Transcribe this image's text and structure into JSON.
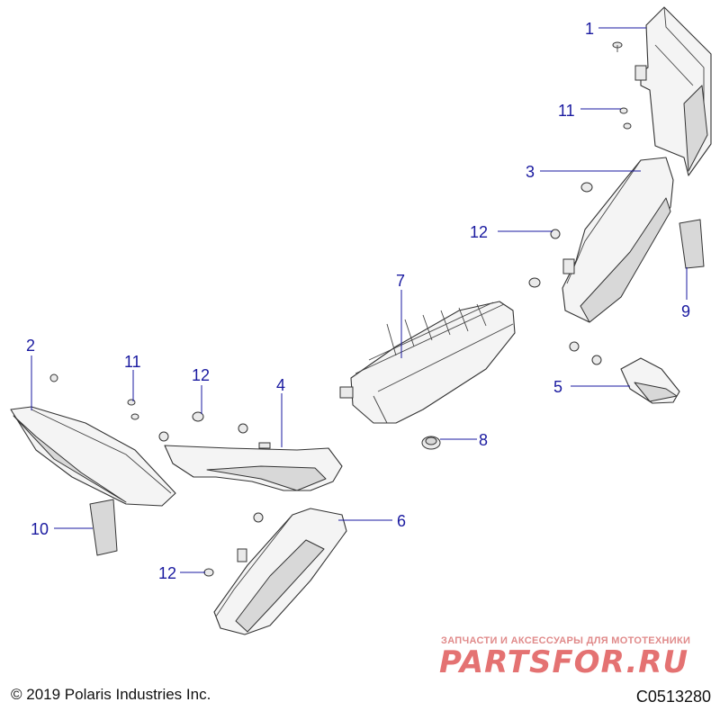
{
  "callouts": {
    "c1": "1",
    "c2": "2",
    "c3": "3",
    "c4": "4",
    "c5": "5",
    "c6": "6",
    "c7": "7",
    "c8": "8",
    "c9": "9",
    "c10": "10",
    "c11a": "11",
    "c11b": "11",
    "c12a": "12",
    "c12b": "12",
    "c12c": "12"
  },
  "footer": {
    "copyright": "© 2019 Polaris Industries Inc.",
    "code": "C0513280"
  },
  "watermark": {
    "tagline": "ЗАПЧАСТИ И АКСЕССУАРЫ ДЛЯ МОТОТЕХНИКИ",
    "logo": "PARTSFOR.RU"
  }
}
